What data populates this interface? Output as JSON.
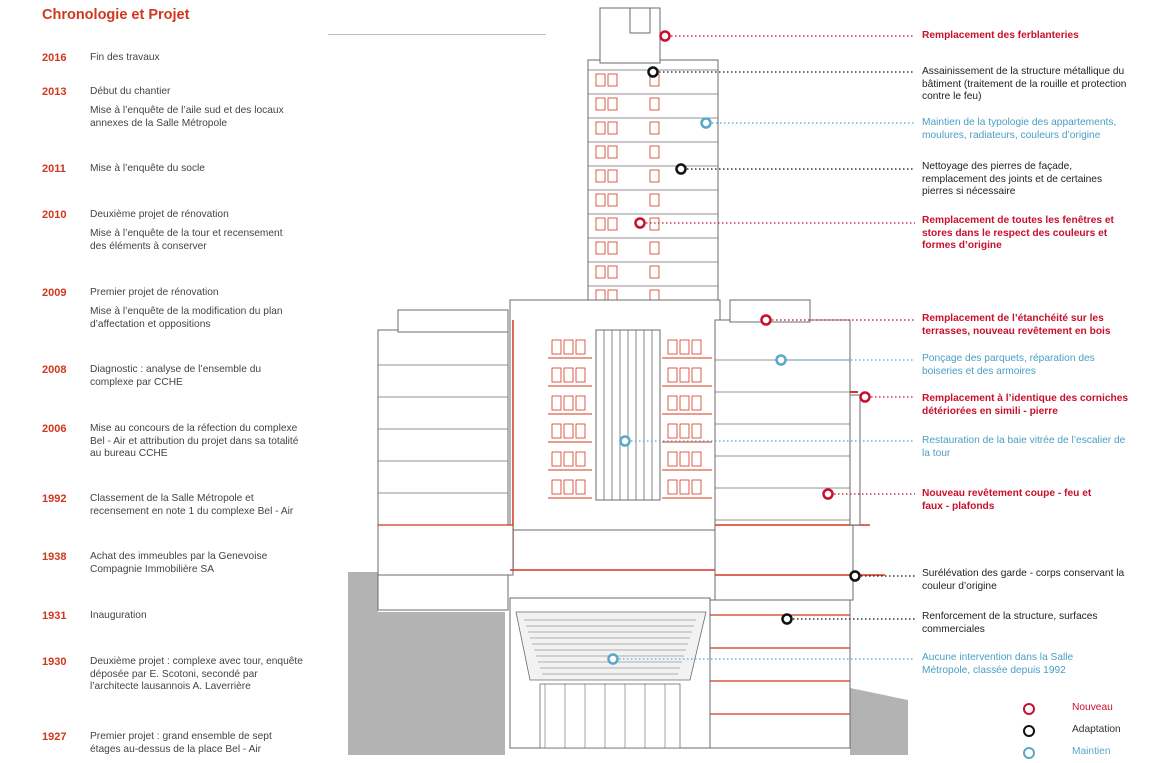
{
  "title": "Chronologie et Projet",
  "timeline": [
    {
      "year": "2016",
      "text": "Fin des travaux",
      "sub": ""
    },
    {
      "year": "2013",
      "text": "Début du chantier",
      "sub": "Mise à l’enquête de l’aile sud et des locaux annexes de la Salle Métropole"
    },
    {
      "year": "2011",
      "text": "Mise à l’enquête du socle",
      "sub": ""
    },
    {
      "year": "2010",
      "text": "Deuxième projet de rénovation",
      "sub": "Mise à l’enquête de la tour et recensement des éléments à conserver"
    },
    {
      "year": "2009",
      "text": "Premier projet de rénovation",
      "sub": "Mise à l’enquête de la modification du plan d’affectation et oppositions"
    },
    {
      "year": "2008",
      "text": "Diagnostic : analyse de l’ensemble du complexe par CCHE",
      "sub": ""
    },
    {
      "year": "2006",
      "text": "Mise au concours de la réfection du complexe Bel - Air et attribution du projet dans sa totalité au bureau CCHE",
      "sub": ""
    },
    {
      "year": "1992",
      "text": "Classement de la Salle Métropole et recensement en note 1 du complexe Bel - Air",
      "sub": ""
    },
    {
      "year": "1938",
      "text": "Achat des immeubles par la Genevoise Compagnie Immobilière SA",
      "sub": ""
    },
    {
      "year": "1931",
      "text": "Inauguration",
      "sub": ""
    },
    {
      "year": "1930",
      "text": "Deuxième projet : complexe avec tour, enquête déposée par E. Scotoni, secondé par l’architecte lausannois A. Laverrière",
      "sub": ""
    },
    {
      "year": "1927",
      "text": "Premier projet : grand ensemble de sept étages au-dessus de la place Bel - Air",
      "sub": ""
    }
  ],
  "annotations": [
    {
      "type": "nouveau",
      "text": "Remplacement des ferblanteries"
    },
    {
      "type": "adaptation",
      "text": "Assainissement de la structure métallique du bâtiment (traitement de la rouille et protection contre le feu)"
    },
    {
      "type": "maintien",
      "text": "Maintien de la typologie des appartements, moulures, radiateurs, couleurs d’origine"
    },
    {
      "type": "adaptation",
      "text": "Nettoyage des pierres de façade, remplacement des joints et de certaines pierres si nécessaire"
    },
    {
      "type": "nouveau",
      "text": "Remplacement de toutes les fenêtres et stores dans le respect des couleurs et formes d’origine"
    },
    {
      "type": "nouveau",
      "text": "Remplacement de l’étanchéité sur les terrasses, nouveau revêtement en bois"
    },
    {
      "type": "maintien",
      "text": "Ponçage des parquets, réparation des boiseries et des armoires"
    },
    {
      "type": "nouveau",
      "text": "Remplacement à l’identique des corniches détériorées en simili - pierre"
    },
    {
      "type": "maintien",
      "text": "Restauration de la baie vitrée de l’escalier de la tour"
    },
    {
      "type": "nouveau",
      "text": "Nouveau revêtement coupe - feu et faux - plafonds"
    },
    {
      "type": "adaptation",
      "text": "Surélévation des garde - corps conservant la couleur d’origine"
    },
    {
      "type": "adaptation",
      "text": "Renforcement de la structure, surfaces commerciales"
    },
    {
      "type": "maintien",
      "text": "Aucune intervention dans la Salle Métropole, classée depuis 1992"
    }
  ],
  "legend": [
    {
      "type": "nouveau",
      "label": "Nouveau"
    },
    {
      "type": "adaptation",
      "label": "Adaptation"
    },
    {
      "type": "maintien",
      "label": "Maintien"
    }
  ],
  "colors": {
    "nouveau": "#c8102e",
    "adaptation": "#111111",
    "maintien": "#5aa7cc",
    "title": "#d0381e"
  }
}
